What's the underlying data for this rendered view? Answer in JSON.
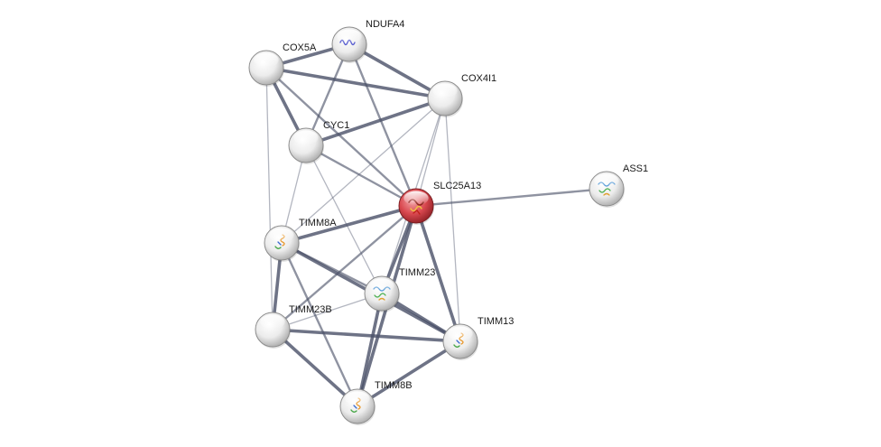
{
  "network": {
    "nodes": [
      {
        "id": "NDUFA4",
        "label": "NDUFA4",
        "style": "protein-blue-helix",
        "query": false
      },
      {
        "id": "COX5A",
        "label": "COX5A",
        "style": "empty",
        "query": false
      },
      {
        "id": "COX4I1",
        "label": "COX4I1",
        "style": "empty",
        "query": false
      },
      {
        "id": "CYC1",
        "label": "CYC1",
        "style": "empty",
        "query": false
      },
      {
        "id": "SLC25A13",
        "label": "SLC25A13",
        "style": "protein-red",
        "query": true
      },
      {
        "id": "ASS1",
        "label": "ASS1",
        "style": "protein-mixed",
        "query": false
      },
      {
        "id": "TIMM8A",
        "label": "TIMM8A",
        "style": "protein-helix",
        "query": false
      },
      {
        "id": "TIMM23",
        "label": "TIMM23",
        "style": "protein-mixed",
        "query": false
      },
      {
        "id": "TIMM23B",
        "label": "TIMM23B",
        "style": "empty",
        "query": false
      },
      {
        "id": "TIMM13",
        "label": "TIMM13",
        "style": "protein-helix",
        "query": false
      },
      {
        "id": "TIMM8B",
        "label": "TIMM8B",
        "style": "protein-helix",
        "query": false
      }
    ],
    "edges": [
      {
        "a": "COX5A",
        "b": "NDUFA4",
        "strength": "strong"
      },
      {
        "a": "COX5A",
        "b": "COX4I1",
        "strength": "strong"
      },
      {
        "a": "NDUFA4",
        "b": "COX4I1",
        "strength": "strong"
      },
      {
        "a": "COX5A",
        "b": "CYC1",
        "strength": "strong"
      },
      {
        "a": "NDUFA4",
        "b": "CYC1",
        "strength": "medium"
      },
      {
        "a": "CYC1",
        "b": "COX4I1",
        "strength": "strong"
      },
      {
        "a": "COX5A",
        "b": "SLC25A13",
        "strength": "medium"
      },
      {
        "a": "NDUFA4",
        "b": "SLC25A13",
        "strength": "medium"
      },
      {
        "a": "COX4I1",
        "b": "SLC25A13",
        "strength": "weak"
      },
      {
        "a": "CYC1",
        "b": "SLC25A13",
        "strength": "medium"
      },
      {
        "a": "SLC25A13",
        "b": "ASS1",
        "strength": "medium"
      },
      {
        "a": "COX5A",
        "b": "TIMM23B",
        "strength": "weak"
      },
      {
        "a": "COX4I1",
        "b": "TIMM8A",
        "strength": "weak"
      },
      {
        "a": "COX4I1",
        "b": "TIMM23",
        "strength": "weak"
      },
      {
        "a": "COX4I1",
        "b": "TIMM13",
        "strength": "weak"
      },
      {
        "a": "CYC1",
        "b": "TIMM23",
        "strength": "weak"
      },
      {
        "a": "CYC1",
        "b": "TIMM8A",
        "strength": "weak"
      },
      {
        "a": "SLC25A13",
        "b": "TIMM8A",
        "strength": "strong"
      },
      {
        "a": "SLC25A13",
        "b": "TIMM23",
        "strength": "strong"
      },
      {
        "a": "SLC25A13",
        "b": "TIMM23B",
        "strength": "medium"
      },
      {
        "a": "SLC25A13",
        "b": "TIMM13",
        "strength": "strong"
      },
      {
        "a": "SLC25A13",
        "b": "TIMM8B",
        "strength": "strong"
      },
      {
        "a": "TIMM8A",
        "b": "TIMM23",
        "strength": "medium"
      },
      {
        "a": "TIMM8A",
        "b": "TIMM13",
        "strength": "strong"
      },
      {
        "a": "TIMM8A",
        "b": "TIMM23B",
        "strength": "strong"
      },
      {
        "a": "TIMM8A",
        "b": "TIMM8B",
        "strength": "medium"
      },
      {
        "a": "TIMM23",
        "b": "TIMM23B",
        "strength": "weak"
      },
      {
        "a": "TIMM23",
        "b": "TIMM13",
        "strength": "strong"
      },
      {
        "a": "TIMM23",
        "b": "TIMM8B",
        "strength": "strong"
      },
      {
        "a": "TIMM23B",
        "b": "TIMM13",
        "strength": "strong"
      },
      {
        "a": "TIMM23B",
        "b": "TIMM8B",
        "strength": "strong"
      },
      {
        "a": "TIMM13",
        "b": "TIMM8B",
        "strength": "strong"
      }
    ]
  },
  "colors": {
    "edge": "#4a5068",
    "node_fill": "#e6e6e6",
    "node_query_fill": "#d9484f",
    "label": "#1a1a1a"
  }
}
